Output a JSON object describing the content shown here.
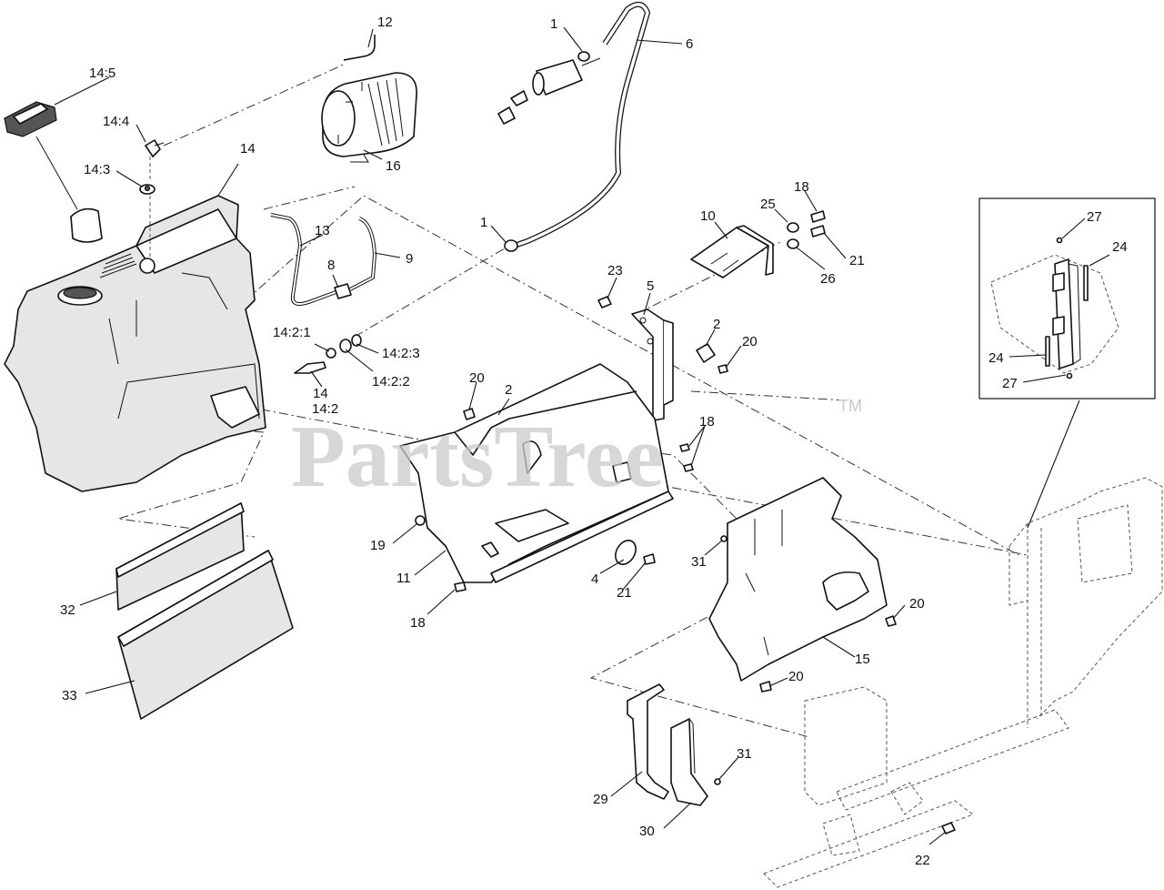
{
  "watermark": {
    "brand": "PartsTree",
    "trademark": "TM"
  },
  "callouts": {
    "c1a": "1",
    "c1b": "1",
    "c2a": "2",
    "c2b": "2",
    "c4": "4",
    "c5": "5",
    "c6": "6",
    "c8": "8",
    "c9": "9",
    "c10": "10",
    "c11": "11",
    "c12": "12",
    "c13": "13",
    "c14": "14",
    "c14b": "14",
    "c14_2": "14:2",
    "c14_2_1": "14:2:1",
    "c14_2_2": "14:2:2",
    "c14_2_3": "14:2:3",
    "c14_3": "14:3",
    "c14_4": "14:4",
    "c14_5": "14:5",
    "c15": "15",
    "c16": "16",
    "c18a": "18",
    "c18b": "18",
    "c18c": "18",
    "c19": "19",
    "c20a": "20",
    "c20b": "20",
    "c20c": "20",
    "c20d": "20",
    "c21a": "21",
    "c21b": "21",
    "c22": "22",
    "c23": "23",
    "c24a": "24",
    "c24b": "24",
    "c25": "25",
    "c26": "26",
    "c27a": "27",
    "c27b": "27",
    "c29": "29",
    "c30": "30",
    "c31a": "31",
    "c31b": "31",
    "c32": "32",
    "c33": "33"
  }
}
